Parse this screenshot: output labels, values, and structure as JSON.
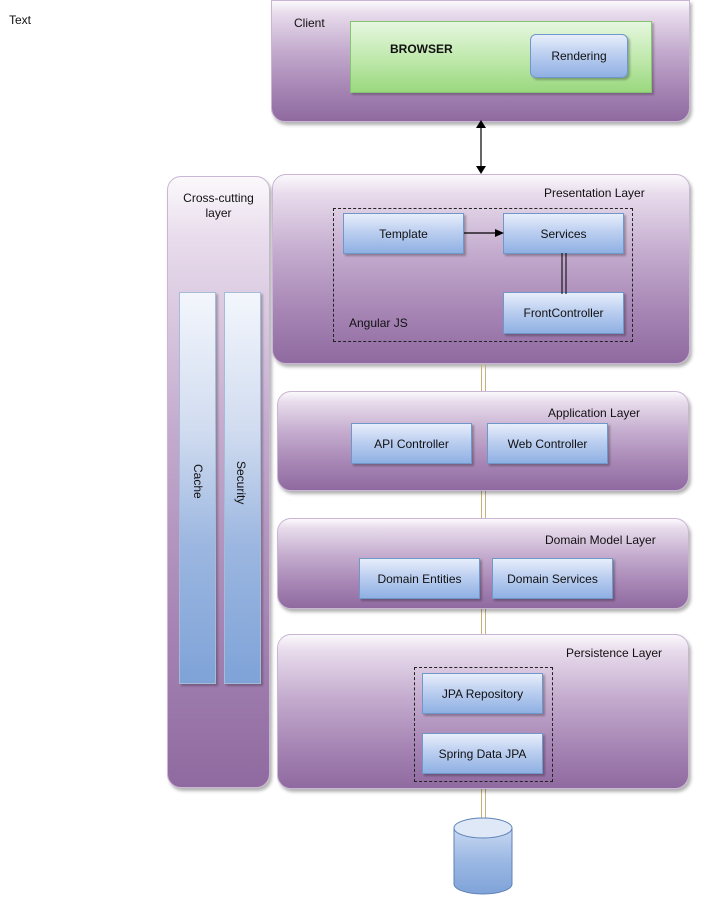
{
  "corner_text": "Text",
  "client": {
    "title": "Client",
    "browser_label": "BROWSER",
    "rendering": "Rendering"
  },
  "cross_cutting": {
    "title_line1": "Cross-cutting",
    "title_line2": "layer",
    "cache": "Cache",
    "security": "Security"
  },
  "presentation": {
    "title": "Presentation Layer",
    "template": "Template",
    "services": "Services",
    "front_controller": "FrontController",
    "framework": "Angular JS"
  },
  "application": {
    "title": "Application Layer",
    "api_controller": "API Controller",
    "web_controller": "Web Controller"
  },
  "domain_model": {
    "title": "Domain Model Layer",
    "entities": "Domain Entities",
    "services": "Domain Services"
  },
  "persistence": {
    "title": "Persistence Layer",
    "jpa_repository": "JPA Repository",
    "spring_data": "Spring Data JPA"
  },
  "colors": {
    "layer": "#a786b5",
    "component": "#8fb0e3",
    "browser": "#9ad87e",
    "database": "#7fa3d8"
  }
}
